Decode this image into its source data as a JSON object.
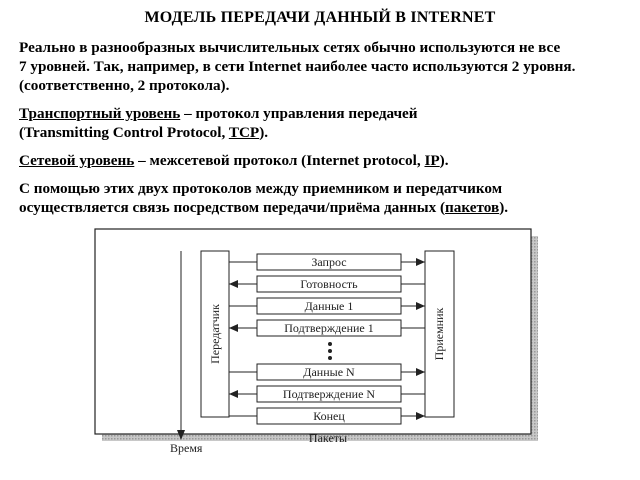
{
  "title": "МОДЕЛЬ ПЕРЕДАЧИ ДАННЫЙ В INTERNET",
  "paragraphs": {
    "p1_line1": "Реально в разнообразных вычислительных сетях обычно используются не все",
    "p1_line2": "7 уровней. Так, например, в сети Internet наиболее часто используются 2 уровня.",
    "p1_line3": "(соответственно, 2 протокола).",
    "p2_link": "Транспортный уровень",
    "p2_text1": " – протокол управления передачей",
    "p2_text2": "(Transmitting Control Protocol, ",
    "p2_abbr": "TCP",
    "p2_text3": ").",
    "p3_link": "Сетевой уровень",
    "p3_text1": " – межсетевой протокол (Internet protocol, ",
    "p3_abbr": "IP",
    "p3_text2": ").",
    "p4_line1": "С помощью этих двух протоколов между приемником и передатчиком",
    "p4_text1": "осуществляется связь посредством передачи/приёма данных (",
    "p4_link": "пакетов",
    "p4_text2": ")."
  },
  "diagram": {
    "sender": "Передатчик",
    "receiver": "Приемник",
    "time_label": "Время",
    "packets_label": "Пакеты",
    "ellipsis": "•\n•\n•",
    "messages": [
      {
        "label": "Запрос",
        "direction": "right"
      },
      {
        "label": "Готовность",
        "direction": "left"
      },
      {
        "label": "Данные 1",
        "direction": "right"
      },
      {
        "label": "Подтверждение 1",
        "direction": "left"
      },
      {
        "label": "Данные N",
        "direction": "right"
      },
      {
        "label": "Подтверждение N",
        "direction": "left"
      },
      {
        "label": "Конец",
        "direction": "right"
      }
    ]
  }
}
